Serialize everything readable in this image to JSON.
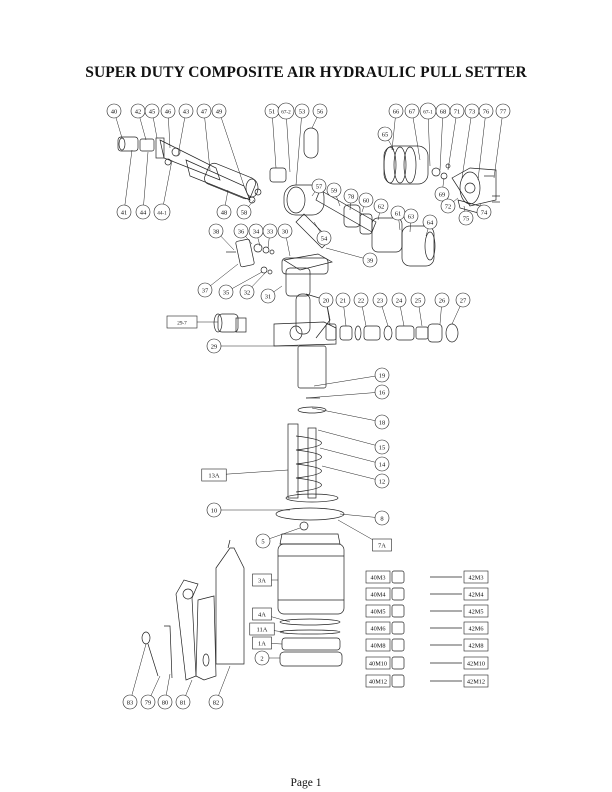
{
  "title": "SUPER DUTY COMPOSITE AIR HYDRAULIC PULL SETTER",
  "footer": "Page 1",
  "parts": [
    "40",
    "42",
    "45",
    "46",
    "43",
    "47",
    "49",
    "51",
    "67-2",
    "53",
    "56",
    "66",
    "67",
    "67-1",
    "68",
    "71",
    "73",
    "76",
    "77",
    "65",
    "57",
    "59",
    "78",
    "60",
    "62",
    "61",
    "63",
    "64",
    "69",
    "72",
    "75",
    "74",
    "41",
    "44",
    "44-1",
    "48",
    "58",
    "54",
    "39",
    "38",
    "36",
    "34",
    "33",
    "30",
    "37",
    "35",
    "32",
    "31",
    "20",
    "21",
    "22",
    "23",
    "24",
    "25",
    "26",
    "27",
    "29-7",
    "29",
    "19",
    "16",
    "18",
    "15",
    "14",
    "12",
    "13A",
    "10",
    "8",
    "5",
    "7A",
    "3A",
    "4A",
    "11A",
    "1A",
    "2",
    "83",
    "79",
    "80",
    "81",
    "82"
  ],
  "nose_kits": {
    "left": [
      "40M3",
      "40M4",
      "40M5",
      "40M6",
      "40M8",
      "40M10",
      "40M12"
    ],
    "right": [
      "42M3",
      "42M4",
      "42M5",
      "42M6",
      "42M8",
      "42M10",
      "42M12"
    ]
  }
}
